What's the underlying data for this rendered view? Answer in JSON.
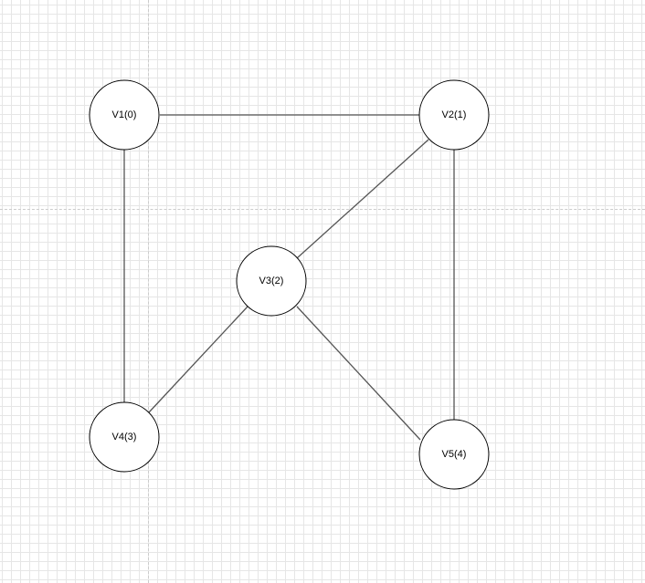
{
  "diagram": {
    "nodes": [
      {
        "id": "v1",
        "label": "V1(0)"
      },
      {
        "id": "v2",
        "label": "V2(1)"
      },
      {
        "id": "v3",
        "label": "V3(2)"
      },
      {
        "id": "v4",
        "label": "V4(3)"
      },
      {
        "id": "v5",
        "label": "V5(4)"
      }
    ],
    "edges": [
      {
        "from": "v1",
        "to": "v2"
      },
      {
        "from": "v1",
        "to": "v4"
      },
      {
        "from": "v2",
        "to": "v3"
      },
      {
        "from": "v2",
        "to": "v5"
      },
      {
        "from": "v3",
        "to": "v4"
      },
      {
        "from": "v3",
        "to": "v5"
      }
    ],
    "colors": {
      "edge": "#555555",
      "node_stroke": "#000000",
      "grid": "#e6e6e6"
    }
  }
}
